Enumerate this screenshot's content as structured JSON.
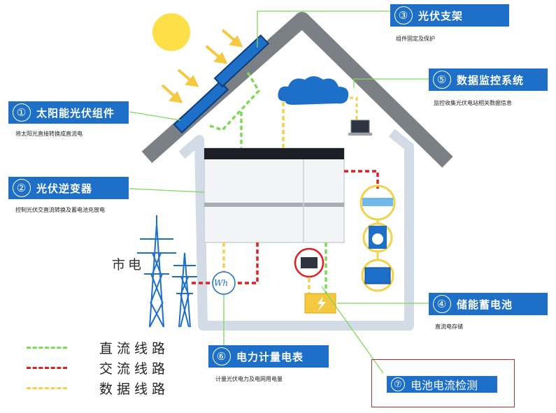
{
  "components": [
    {
      "num": "①",
      "title": "太阳能光伏组件",
      "desc": "将太阳光直接转换成直流电"
    },
    {
      "num": "②",
      "title": "光伏逆变器",
      "desc": "控制光伏交直流转换及蓄电池充放电"
    },
    {
      "num": "③",
      "title": "光伏支架",
      "desc": "组件固定及保护"
    },
    {
      "num": "④",
      "title": "储能蓄电池",
      "desc": "直流电存储"
    },
    {
      "num": "⑤",
      "title": "数据监控系统",
      "desc": "监控收集光伏电站相关数据信息"
    },
    {
      "num": "⑥",
      "title": "电力计量电表",
      "desc": "计量光伏电力及电网用电量"
    }
  ],
  "highlight": {
    "num": "⑦",
    "title": "电池电流检测"
  },
  "grid_label": "市电",
  "internet_label": "Internet",
  "meter_label": "Wh",
  "legend": [
    {
      "label": "直流线路",
      "color": "#7ed957"
    },
    {
      "label": "交流线路",
      "color": "#e02020"
    },
    {
      "label": "数据线路",
      "color": "#f2d24a"
    }
  ],
  "colors": {
    "accent": "#1e6fc8",
    "roof": "#7b7f86",
    "house_outline": "#d3dce6"
  }
}
